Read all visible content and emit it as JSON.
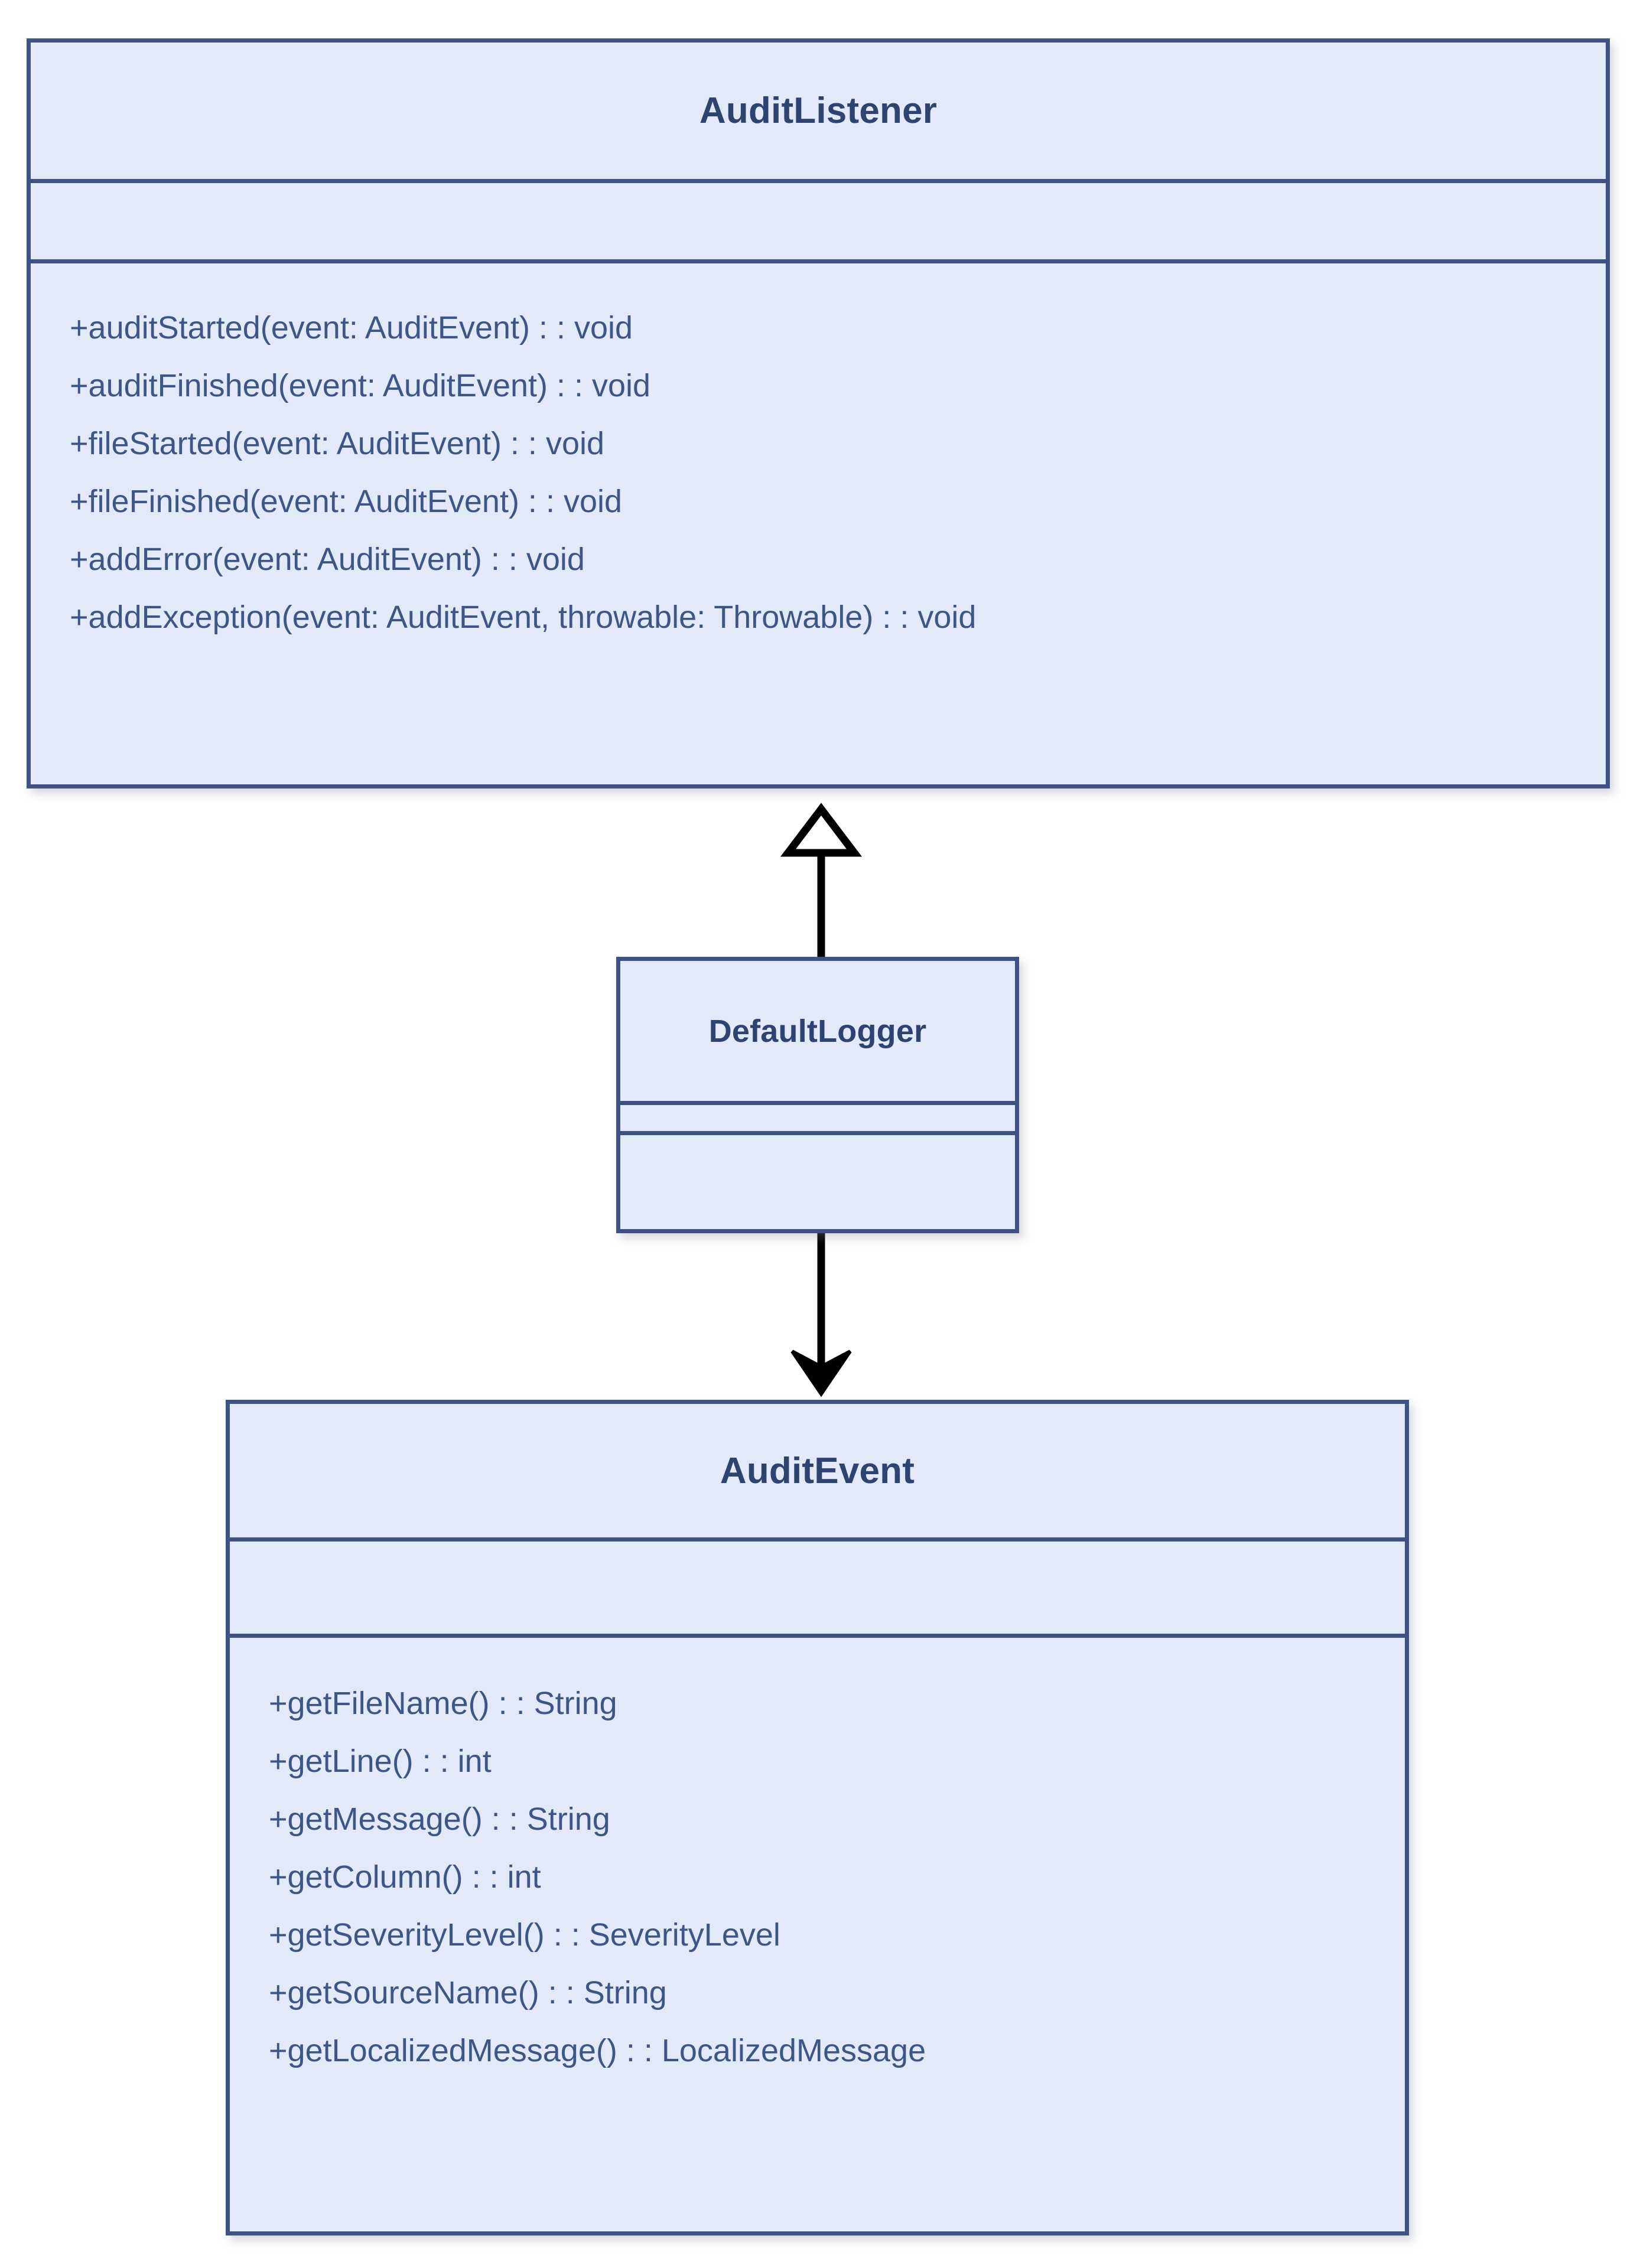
{
  "diagram": {
    "type": "uml-class-diagram",
    "colors": {
      "box_fill": "#e2e9f8",
      "box_border": "#3f5286",
      "title_text": "#2e4470",
      "member_text": "#3c5686",
      "connector": "#000000",
      "background": "#ffffff"
    },
    "classes": [
      {
        "id": "audit-listener",
        "name": "AuditListener",
        "attributes": [],
        "methods": [
          "+auditStarted(event: AuditEvent) : : void",
          "+auditFinished(event: AuditEvent) : : void",
          "+fileStarted(event: AuditEvent) : : void",
          "+fileFinished(event: AuditEvent) : : void",
          "+addError(event: AuditEvent) : : void",
          "+addException(event: AuditEvent, throwable: Throwable) : : void"
        ]
      },
      {
        "id": "default-logger",
        "name": "DefaultLogger",
        "attributes": [],
        "methods": []
      },
      {
        "id": "audit-event",
        "name": "AuditEvent",
        "attributes": [],
        "methods": [
          "+getFileName() : : String",
          "+getLine() : : int",
          "+getMessage() : : String",
          "+getColumn() : : int",
          "+getSeverityLevel() : : SeverityLevel",
          "+getSourceName() : : String",
          "+getLocalizedMessage() : : LocalizedMessage"
        ]
      }
    ],
    "relationships": [
      {
        "id": "generalization-logger-to-listener",
        "kind": "generalization",
        "arrowhead": "hollow-triangle",
        "from": "DefaultLogger",
        "to": "AuditListener"
      },
      {
        "id": "association-logger-to-event",
        "kind": "association",
        "arrowhead": "solid-open-arrow",
        "from": "DefaultLogger",
        "to": "AuditEvent"
      }
    ]
  }
}
